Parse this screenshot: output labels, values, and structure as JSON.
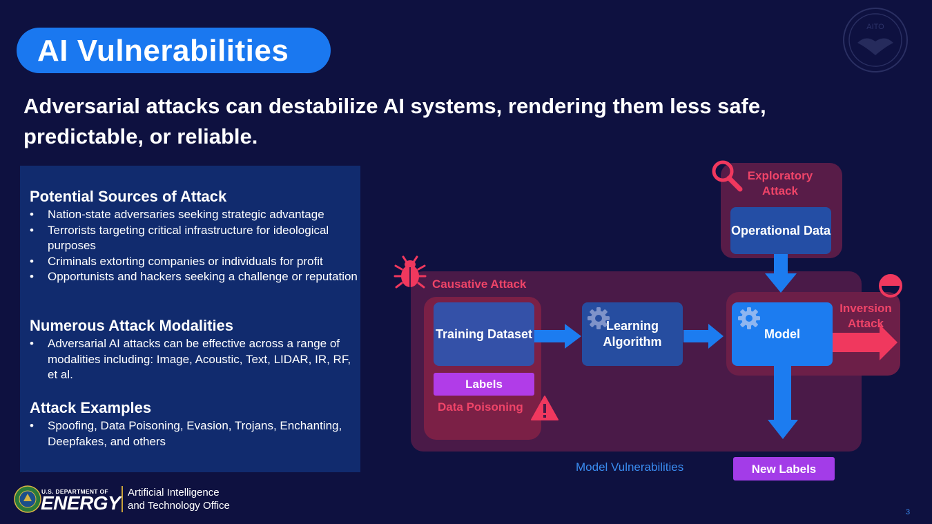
{
  "title": "AI Vulnerabilities",
  "headline": "Adversarial attacks can destabilize AI systems, rendering them less safe, predictable, or reliable.",
  "info_box": {
    "sources": {
      "heading": "Potential Sources of Attack",
      "items": [
        "Nation-state adversaries seeking strategic advantage",
        "Terrorists targeting critical infrastructure for ideological purposes",
        "Criminals extorting companies or individuals for profit",
        "Opportunists and hackers seeking a challenge or reputation"
      ]
    },
    "modalities": {
      "heading": "Numerous Attack Modalities",
      "items": [
        "Adversarial AI attacks can be effective across a range of modalities including: Image, Acoustic, Text, LIDAR, IR, RF, et al."
      ]
    },
    "examples": {
      "heading": "Attack Examples",
      "items": [
        "Spoofing, Data Poisoning, Evasion, Trojans, Enchanting, Deepfakes, and others"
      ]
    }
  },
  "diagram": {
    "nodes": {
      "training": "Training Dataset",
      "learning": "Learning Algorithm",
      "operational": "Operational Data",
      "model": "Model",
      "labels": "Labels",
      "new_labels": "New Labels"
    },
    "labels": {
      "causative": "Causative Attack",
      "exploratory_1": "Exploratory",
      "exploratory_2": "Attack",
      "inversion_1": "Inversion",
      "inversion_2": "Attack",
      "data_poisoning": "Data Poisoning",
      "model_vulnerabilities": "Model Vulnerabilities"
    },
    "icons": [
      "magnifier-icon",
      "bug-icon",
      "warning-icon",
      "gear-icon",
      "half-circle-icon"
    ],
    "colors": {
      "attack_label": "#ef4468",
      "model": "#1c7cf0",
      "arrow_blue": "#1c7cf0",
      "arrow_red": "#f0385e",
      "labels": "#b13ce8"
    }
  },
  "footer": {
    "doe_small": "U.S. DEPARTMENT OF",
    "doe_big": "ENERGY",
    "office_line1": "Artificial Intelligence",
    "office_line2": "and Technology Office",
    "seal_text": "AITO",
    "page_number": "3"
  }
}
